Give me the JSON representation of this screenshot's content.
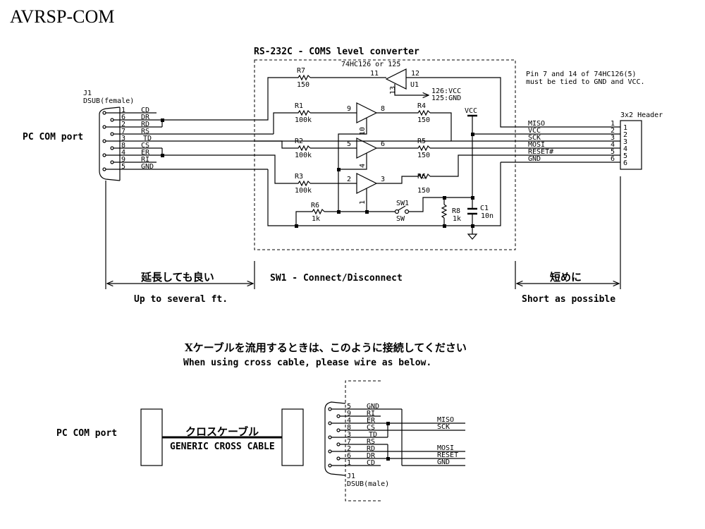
{
  "title": "AVRSP-COM",
  "converter": {
    "heading": "RS-232C - COMS level converter",
    "chip_label": "74HC126 or 125",
    "u1_label": "U1",
    "note_enable": [
      "126:VCC",
      "125:GND"
    ],
    "note_power": [
      "Pin 7 and 14 of 74HC126(5)",
      "must be tied to GND and VCC."
    ],
    "buffers": [
      {
        "in_pin": "11",
        "out_pin": "12",
        "en_pin": "13"
      },
      {
        "in_pin": "9",
        "out_pin": "8",
        "en_pin": "10"
      },
      {
        "in_pin": "5",
        "out_pin": "6",
        "en_pin": "4"
      },
      {
        "in_pin": "2",
        "out_pin": "3",
        "en_pin": "1"
      }
    ],
    "resistors": [
      {
        "ref": "R7",
        "value": "150"
      },
      {
        "ref": "R1",
        "value": "100k"
      },
      {
        "ref": "R4",
        "value": "150"
      },
      {
        "ref": "R2",
        "value": "100k"
      },
      {
        "ref": "R5",
        "value": "150"
      },
      {
        "ref": "R3",
        "value": "100k"
      },
      {
        "ref": "R6",
        "value": "150"
      },
      {
        "ref": "R6",
        "value": "1k"
      },
      {
        "ref": "R8",
        "value": "1k"
      }
    ],
    "switch": {
      "ref": "SW1",
      "type": "SW"
    },
    "capacitor": {
      "ref": "C1",
      "value": "10n"
    },
    "vcc_label": "VCC"
  },
  "j1_female": {
    "ref": "J1",
    "type": "DSUB(female)",
    "port_label": "PC COM port",
    "pins": [
      {
        "num": "1",
        "name": "CD"
      },
      {
        "num": "6",
        "name": "DR"
      },
      {
        "num": "2",
        "name": "RD"
      },
      {
        "num": "7",
        "name": "RS"
      },
      {
        "num": "3",
        "name": "TD"
      },
      {
        "num": "8",
        "name": "CS"
      },
      {
        "num": "4",
        "name": "ER"
      },
      {
        "num": "9",
        "name": "RI"
      },
      {
        "num": "5",
        "name": "GND"
      }
    ]
  },
  "header": {
    "label": "3x2 Header",
    "signals": [
      {
        "name": "MISO",
        "pin": "1"
      },
      {
        "name": "VCC",
        "pin": "2"
      },
      {
        "name": "SCK",
        "pin": "3"
      },
      {
        "name": "MOSI",
        "pin": "4"
      },
      {
        "name": "RESET#",
        "pin": "5"
      },
      {
        "name": "GND",
        "pin": "6"
      }
    ]
  },
  "dimensions": {
    "left_jp": "延長しても良い",
    "left_en": "Up to several ft.",
    "middle": "SW1 - Connect/Disconnect",
    "right_jp": "短めに",
    "right_en": "Short as possible"
  },
  "cross_cable": {
    "note_jp": "Xケーブルを流用するときは、このように接続してください",
    "note_en": "When using cross cable, please wire as below.",
    "port_label": "PC COM port",
    "cable_jp": "クロスケーブル",
    "cable_en": "GENERIC CROSS CABLE",
    "j1_ref": "J1",
    "j1_type": "DSUB(male)",
    "pins": [
      {
        "num": "5",
        "name": "GND"
      },
      {
        "num": "9",
        "name": "RI"
      },
      {
        "num": "4",
        "name": "ER"
      },
      {
        "num": "8",
        "name": "CS"
      },
      {
        "num": "3",
        "name": "TD"
      },
      {
        "num": "7",
        "name": "RS"
      },
      {
        "num": "2",
        "name": "RD"
      },
      {
        "num": "6",
        "name": "DR"
      },
      {
        "num": "1",
        "name": "CD"
      }
    ],
    "outputs": [
      "MISO",
      "SCK",
      "MOSI",
      "RESET",
      "GND"
    ]
  }
}
